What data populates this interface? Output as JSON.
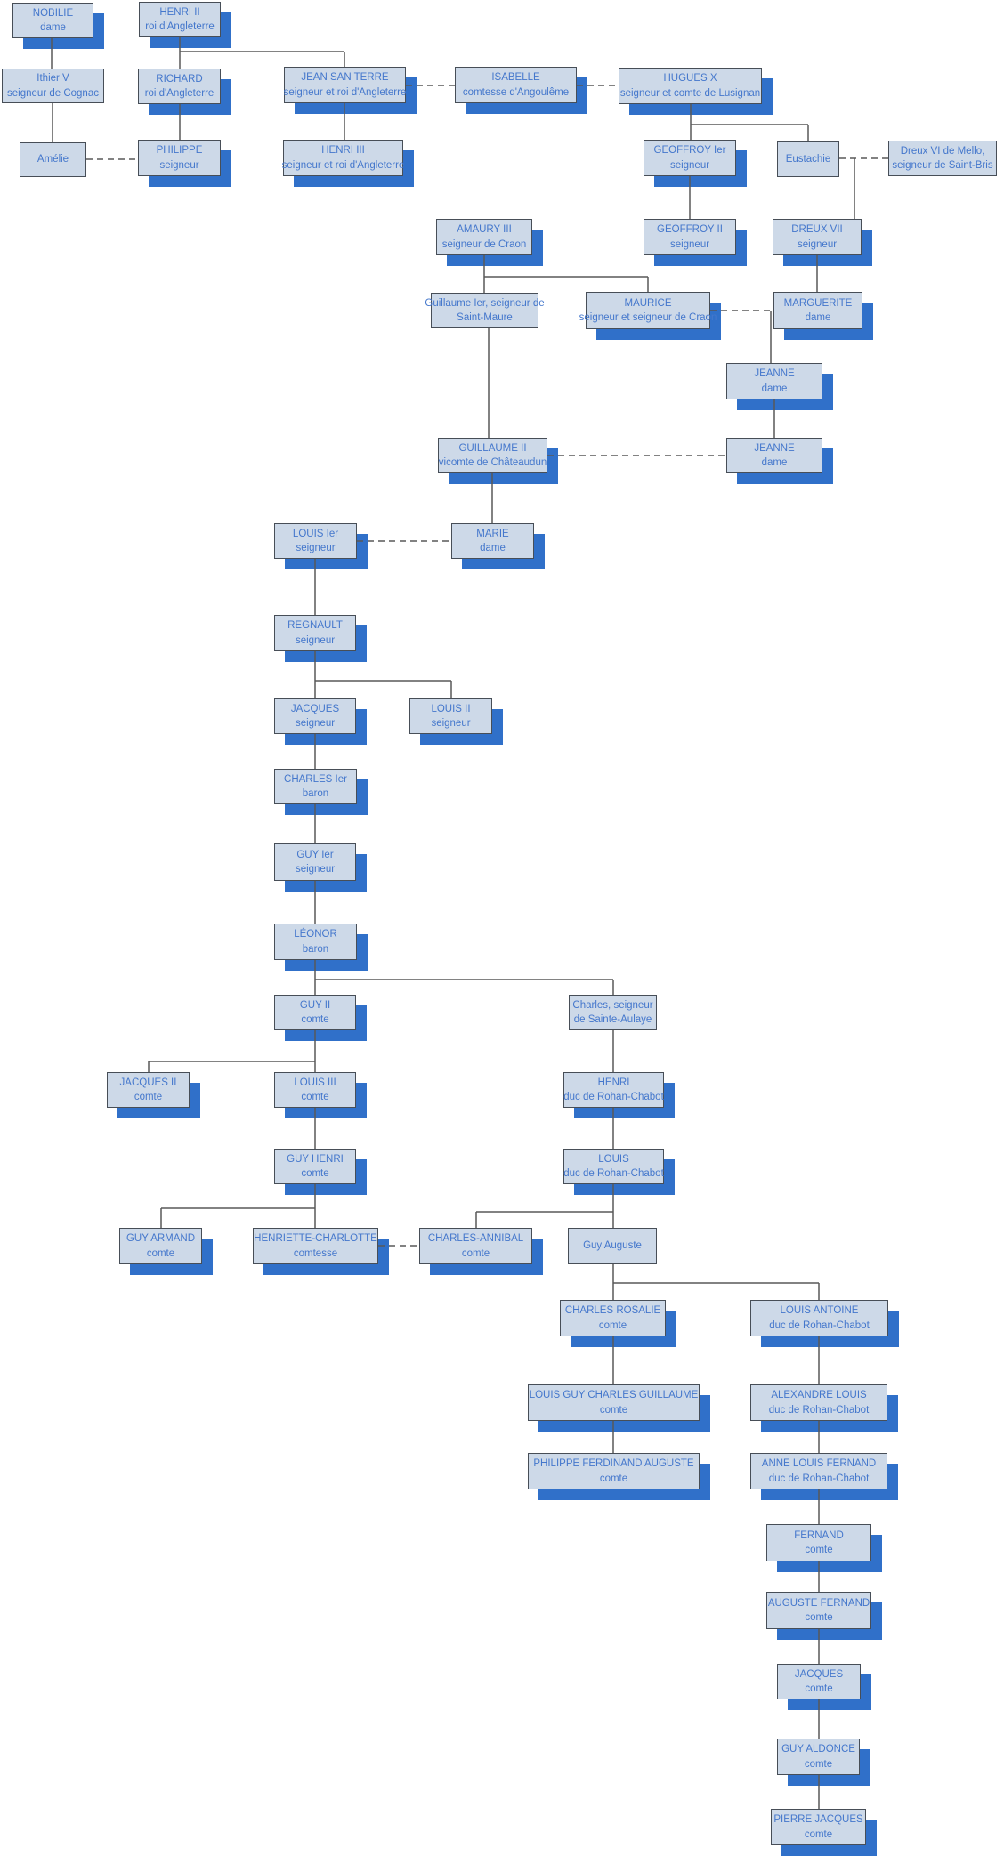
{
  "diagram": {
    "kind": "genealogy-family-tree",
    "colors": {
      "background": "#ffffff",
      "node_fill": "#cdd9e8",
      "node_border": "#474e57",
      "node_shadow": "#3070c9",
      "node_text": "#4477cc",
      "connector": "#595959"
    },
    "nodes": [
      {
        "id": "nobilie",
        "name": "NOBILIE",
        "subtitle": "dame"
      },
      {
        "id": "henri-ii",
        "name": "HENRI II",
        "subtitle": "roi d'Angleterre"
      },
      {
        "id": "ithier-v",
        "name": "Ithier V",
        "subtitle": "seigneur de Cognac"
      },
      {
        "id": "richard",
        "name": "RICHARD",
        "subtitle": "roi d'Angleterre"
      },
      {
        "id": "jean-san-terre",
        "name": "JEAN SAN TERRE",
        "subtitle": "seigneur et roi d'Angleterre"
      },
      {
        "id": "isabelle",
        "name": "ISABELLE",
        "subtitle": "comtesse d'Angoulême"
      },
      {
        "id": "hugues-x",
        "name": "HUGUES X",
        "subtitle": "seigneur et comte de Lusignan"
      },
      {
        "id": "amelie",
        "name": "Amélie",
        "subtitle": ""
      },
      {
        "id": "philippe",
        "name": "PHILIPPE",
        "subtitle": "seigneur"
      },
      {
        "id": "henri-iii",
        "name": "HENRI III",
        "subtitle": "seigneur et roi d'Angleterre"
      },
      {
        "id": "geoffroy-ier",
        "name": "GEOFFROY Ier",
        "subtitle": "seigneur"
      },
      {
        "id": "eustachie",
        "name": "Eustachie",
        "subtitle": ""
      },
      {
        "id": "dreux-vi",
        "name": "Dreux VI de Mello,",
        "subtitle": "seigneur de Saint-Bris"
      },
      {
        "id": "amaury-iii",
        "name": "AMAURY III",
        "subtitle": "seigneur de Craon"
      },
      {
        "id": "geoffroy-ii",
        "name": "GEOFFROY II",
        "subtitle": "seigneur"
      },
      {
        "id": "dreux-vii",
        "name": "DREUX VII",
        "subtitle": "seigneur"
      },
      {
        "id": "guillaume-ier",
        "name": "Guillaume Ier, seigneur de",
        "subtitle": "Saint-Maure"
      },
      {
        "id": "maurice",
        "name": "MAURICE",
        "subtitle": "seigneur et seigneur de Craon"
      },
      {
        "id": "marguerite",
        "name": "MARGUERITE",
        "subtitle": "dame"
      },
      {
        "id": "jeanne-i",
        "name": "JEANNE",
        "subtitle": "dame"
      },
      {
        "id": "guillaume-ii",
        "name": "GUILLAUME II",
        "subtitle": "vicomte de Châteaudun"
      },
      {
        "id": "jeanne-ii",
        "name": "JEANNE",
        "subtitle": "dame"
      },
      {
        "id": "louis-ier",
        "name": "LOUIS Ier",
        "subtitle": "seigneur"
      },
      {
        "id": "marie",
        "name": "MARIE",
        "subtitle": "dame"
      },
      {
        "id": "regnault",
        "name": "REGNAULT",
        "subtitle": "seigneur"
      },
      {
        "id": "jacques-i",
        "name": "JACQUES",
        "subtitle": "seigneur"
      },
      {
        "id": "louis-ii",
        "name": "LOUIS II",
        "subtitle": "seigneur"
      },
      {
        "id": "charles-ier",
        "name": "CHARLES Ier",
        "subtitle": "baron"
      },
      {
        "id": "guy-ier",
        "name": "GUY Ier",
        "subtitle": "seigneur"
      },
      {
        "id": "leonor",
        "name": "LÉONOR",
        "subtitle": "baron"
      },
      {
        "id": "guy-ii",
        "name": "GUY II",
        "subtitle": "comte"
      },
      {
        "id": "charles-sainte-aulaye",
        "name": "Charles, seigneur",
        "subtitle": "de Sainte-Aulaye"
      },
      {
        "id": "jacques-ii",
        "name": "JACQUES II",
        "subtitle": "comte"
      },
      {
        "id": "louis-iii",
        "name": "LOUIS III",
        "subtitle": "comte"
      },
      {
        "id": "henri-rohan-chabot",
        "name": "HENRI",
        "subtitle": "duc de Rohan-Chabot"
      },
      {
        "id": "guy-henri",
        "name": "GUY HENRI",
        "subtitle": "comte"
      },
      {
        "id": "louis-rohan-chabot",
        "name": "LOUIS",
        "subtitle": "duc de Rohan-Chabot"
      },
      {
        "id": "guy-armand",
        "name": "GUY ARMAND",
        "subtitle": "comte"
      },
      {
        "id": "henriette-charlotte",
        "name": "HENRIETTE-CHARLOTTE",
        "subtitle": "comtesse"
      },
      {
        "id": "charles-annibal",
        "name": "CHARLES-ANNIBAL",
        "subtitle": "comte"
      },
      {
        "id": "guy-auguste",
        "name": "Guy Auguste",
        "subtitle": ""
      },
      {
        "id": "charles-rosalie",
        "name": "CHARLES ROSALIE",
        "subtitle": "comte"
      },
      {
        "id": "louis-antoine",
        "name": "LOUIS ANTOINE",
        "subtitle": "duc de Rohan-Chabot"
      },
      {
        "id": "louis-guy-charles-guillaume",
        "name": "LOUIS GUY CHARLES GUILLAUME",
        "subtitle": "comte"
      },
      {
        "id": "alexandre-louis",
        "name": "ALEXANDRE LOUIS",
        "subtitle": "duc de Rohan-Chabot"
      },
      {
        "id": "philippe-ferdinand-auguste",
        "name": "PHILIPPE FERDINAND AUGUSTE",
        "subtitle": "comte"
      },
      {
        "id": "anne-louis-fernand",
        "name": "ANNE LOUIS FERNAND",
        "subtitle": "duc de Rohan-Chabot"
      },
      {
        "id": "fernand",
        "name": "FERNAND",
        "subtitle": "comte"
      },
      {
        "id": "auguste-fernand",
        "name": "AUGUSTE FERNAND",
        "subtitle": "comte"
      },
      {
        "id": "jacques-2",
        "name": "JACQUES",
        "subtitle": "comte"
      },
      {
        "id": "guy-aldonce",
        "name": "GUY ALDONCE",
        "subtitle": "comte"
      },
      {
        "id": "pierre-jacques",
        "name": "PIERRE JACQUES",
        "subtitle": "comte"
      }
    ],
    "marriages": [
      [
        "jean-san-terre",
        "isabelle"
      ],
      [
        "isabelle",
        "hugues-x"
      ],
      [
        "amelie",
        "philippe"
      ],
      [
        "eustachie",
        "dreux-vi"
      ],
      [
        "maurice",
        "marguerite"
      ],
      [
        "guillaume-ii",
        "jeanne-ii"
      ],
      [
        "louis-ier",
        "marie"
      ],
      [
        "henriette-charlotte",
        "charles-annibal"
      ]
    ],
    "parent_child": [
      [
        "nobilie",
        "ithier-v"
      ],
      [
        "henri-ii",
        "richard"
      ],
      [
        "henri-ii",
        "jean-san-terre"
      ],
      [
        "ithier-v",
        "amelie"
      ],
      [
        "richard",
        "philippe"
      ],
      [
        "jean-san-terre",
        "henri-iii"
      ],
      [
        "hugues-x",
        "geoffroy-ier"
      ],
      [
        "hugues-x",
        "eustachie"
      ],
      [
        "eustachie+dreux-vi",
        "dreux-vii"
      ],
      [
        "geoffroy-ier",
        "geoffroy-ii"
      ],
      [
        "amaury-iii",
        "guillaume-ier"
      ],
      [
        "amaury-iii",
        "maurice"
      ],
      [
        "dreux-vii",
        "marguerite"
      ],
      [
        "maurice+marguerite",
        "jeanne-i"
      ],
      [
        "jeanne-i",
        "jeanne-ii"
      ],
      [
        "guillaume-ier",
        "guillaume-ii"
      ],
      [
        "guillaume-ii",
        "marie"
      ],
      [
        "louis-ier",
        "regnault"
      ],
      [
        "regnault",
        "jacques-i"
      ],
      [
        "regnault",
        "louis-ii"
      ],
      [
        "jacques-i",
        "charles-ier"
      ],
      [
        "charles-ier",
        "guy-ier"
      ],
      [
        "guy-ier",
        "leonor"
      ],
      [
        "leonor",
        "guy-ii"
      ],
      [
        "leonor",
        "charles-sainte-aulaye"
      ],
      [
        "guy-ii",
        "jacques-ii"
      ],
      [
        "guy-ii",
        "louis-iii"
      ],
      [
        "charles-sainte-aulaye",
        "henri-rohan-chabot"
      ],
      [
        "louis-iii",
        "guy-henri"
      ],
      [
        "henri-rohan-chabot",
        "louis-rohan-chabot"
      ],
      [
        "guy-henri",
        "guy-armand"
      ],
      [
        "guy-henri",
        "henriette-charlotte"
      ],
      [
        "louis-rohan-chabot",
        "charles-annibal"
      ],
      [
        "louis-rohan-chabot",
        "guy-auguste"
      ],
      [
        "guy-auguste",
        "charles-rosalie"
      ],
      [
        "guy-auguste",
        "louis-antoine"
      ],
      [
        "charles-rosalie",
        "louis-guy-charles-guillaume"
      ],
      [
        "louis-antoine",
        "alexandre-louis"
      ],
      [
        "louis-guy-charles-guillaume",
        "philippe-ferdinand-auguste"
      ],
      [
        "alexandre-louis",
        "anne-louis-fernand"
      ],
      [
        "anne-louis-fernand",
        "fernand"
      ],
      [
        "fernand",
        "auguste-fernand"
      ],
      [
        "auguste-fernand",
        "jacques-2"
      ],
      [
        "jacques-2",
        "guy-aldonce"
      ],
      [
        "guy-aldonce",
        "pierre-jacques"
      ]
    ]
  }
}
